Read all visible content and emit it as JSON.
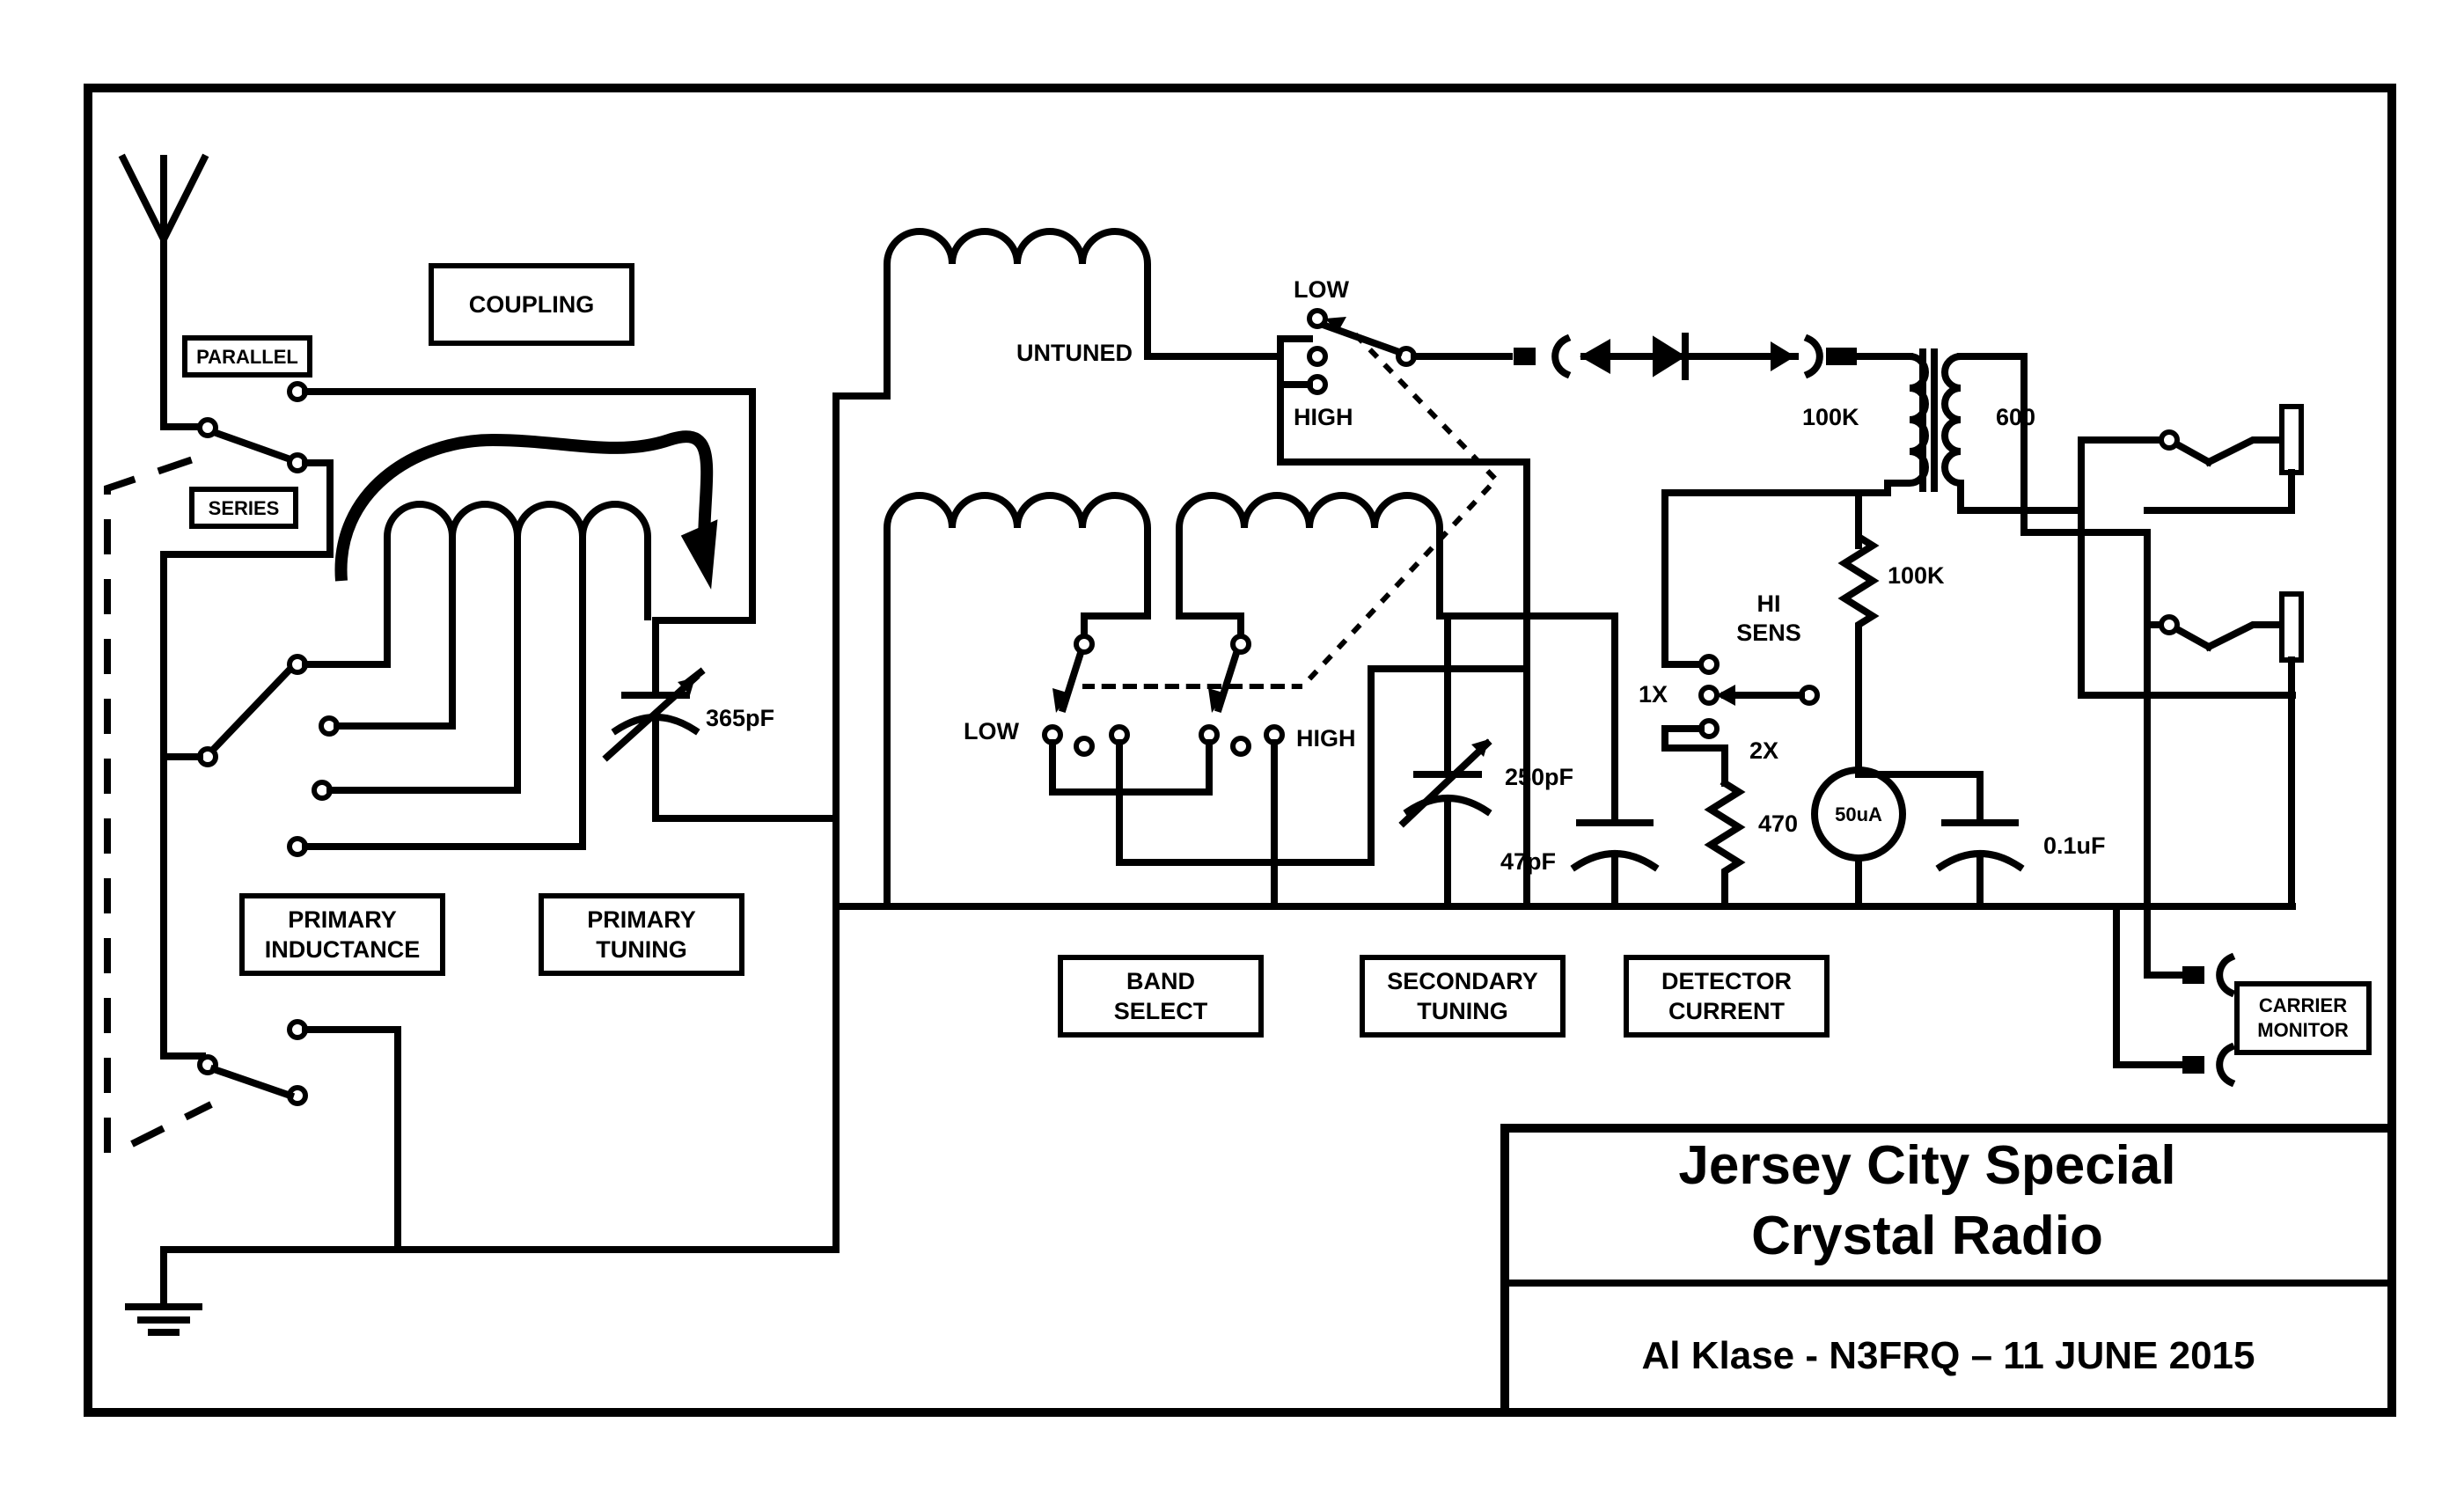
{
  "labels": {
    "coupling": "COUPLING",
    "parallel": "PARALLEL",
    "series": "SERIES",
    "primary_inductance": [
      "PRIMARY",
      "INDUCTANCE"
    ],
    "primary_tuning": [
      "PRIMARY",
      "TUNING"
    ],
    "cap_primary": "365pF",
    "untuned": "UNTUNED",
    "low": "LOW",
    "high": "HIGH",
    "band_select": [
      "BAND",
      "SELECT"
    ],
    "secondary_tuning": [
      "SECONDARY",
      "TUNING"
    ],
    "cap_secondary": "250pF",
    "cap_fixed": "47pF",
    "detector_current": [
      "DETECTOR",
      "CURRENT"
    ],
    "transformer_primary": "100K",
    "transformer_secondary": "600",
    "resistor_100k": "100K",
    "hi_sens": [
      "HI",
      "SENS"
    ],
    "x1": "1X",
    "x2": "2X",
    "resistor_470": "470",
    "meter": "50uA",
    "cap_bypass": "0.1uF",
    "carrier_monitor": [
      "CARRIER",
      "MONITOR"
    ]
  },
  "title_block": {
    "title_line1": "Jersey City Special",
    "title_line2": "Crystal Radio",
    "author": "Al Klase - N3FRQ – 11 JUNE 2015"
  }
}
